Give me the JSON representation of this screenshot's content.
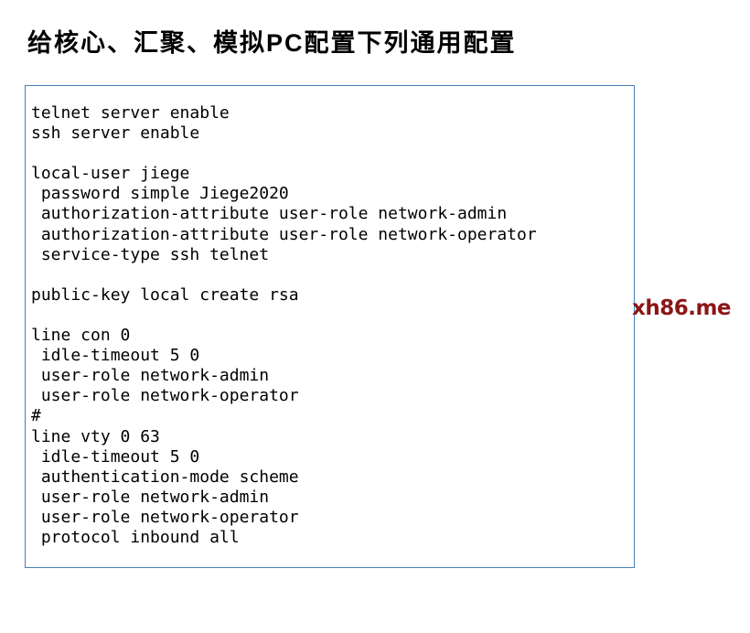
{
  "page": {
    "background": "#ffffff"
  },
  "title": {
    "text": "给核心、汇聚、模拟PC配置下列通用配置"
  },
  "config_box": {
    "border_color": "#4a7ebb",
    "lines": [
      "telnet server enable",
      "ssh server enable",
      "",
      "local-user jiege",
      " password simple Jiege2020",
      " authorization-attribute user-role network-admin",
      " authorization-attribute user-role network-operator",
      " service-type ssh telnet",
      "",
      "public-key local create rsa",
      "",
      "line con 0",
      " idle-timeout 5 0",
      " user-role network-admin",
      " user-role network-operator",
      "#",
      "line vty 0 63",
      " idle-timeout 5 0",
      " authentication-mode scheme",
      " user-role network-admin",
      " user-role network-operator",
      " protocol inbound all"
    ]
  },
  "watermark": {
    "text": "xh86.me",
    "color": "#8b1616"
  }
}
